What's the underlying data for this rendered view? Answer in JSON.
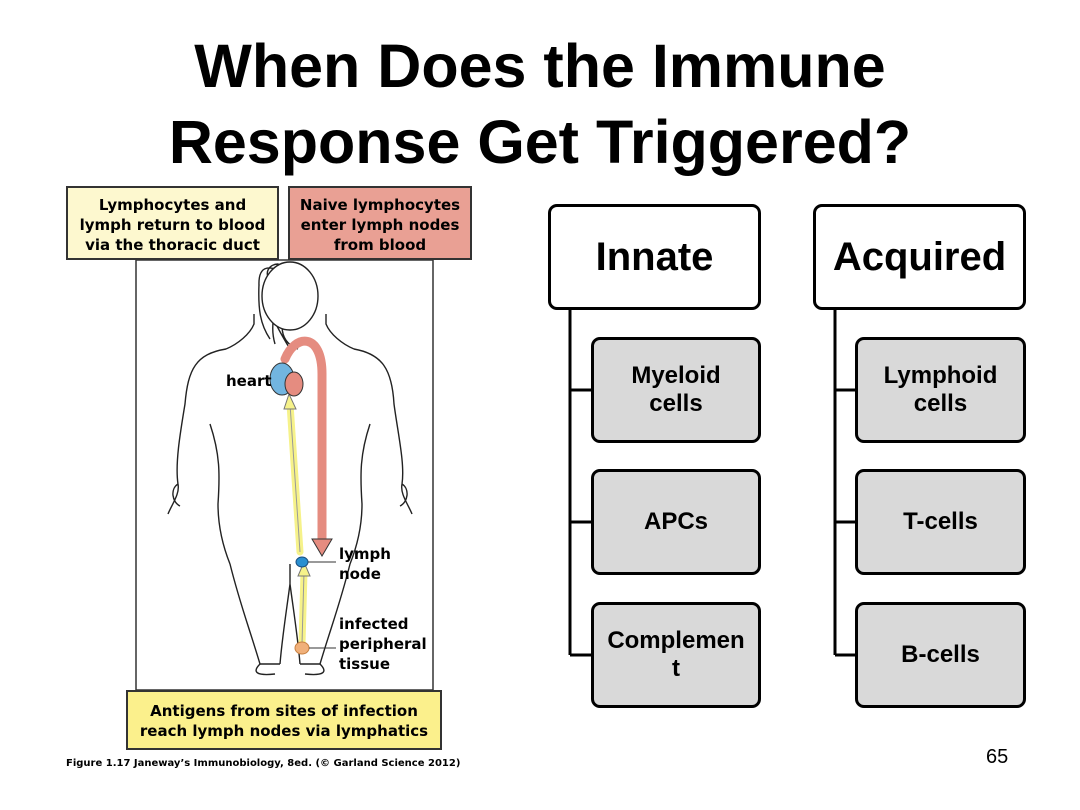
{
  "slide": {
    "title_lines": [
      "When Does the Immune",
      "Response Get Triggered?"
    ],
    "page_number": "65"
  },
  "figure": {
    "top_left_box": [
      "Lymphocytes and",
      "lymph return to blood",
      "via the thoracic duct"
    ],
    "top_right_box": [
      "Naive lymphocytes",
      "enter lymph nodes",
      "from blood"
    ],
    "bottom_box": [
      "Antigens from sites of infection",
      "reach lymph nodes via lymphatics"
    ],
    "labels": {
      "heart": "heart",
      "lymph_node": [
        "lymph",
        "node"
      ],
      "infected_tissue": [
        "infected",
        "peripheral",
        "tissue"
      ]
    },
    "caption": "Figure 1.17  Janeway’s Immunobiology, 8ed. (© Garland Science 2012)",
    "colors": {
      "blood_red": "#e58c80",
      "lymph_yellow": "#f6f28a",
      "heart_blue": "#72b5e0",
      "tissue_orange": "#f0b07a"
    }
  },
  "hierarchy": {
    "innate": {
      "label": "Innate",
      "children": [
        [
          "Myeloid",
          "cells"
        ],
        [
          "APCs"
        ],
        [
          "Complemen",
          "t"
        ]
      ]
    },
    "acquired": {
      "label": "Acquired",
      "children": [
        [
          "Lymphoid",
          "cells"
        ],
        [
          "T-cells"
        ],
        [
          "B-cells"
        ]
      ]
    }
  }
}
